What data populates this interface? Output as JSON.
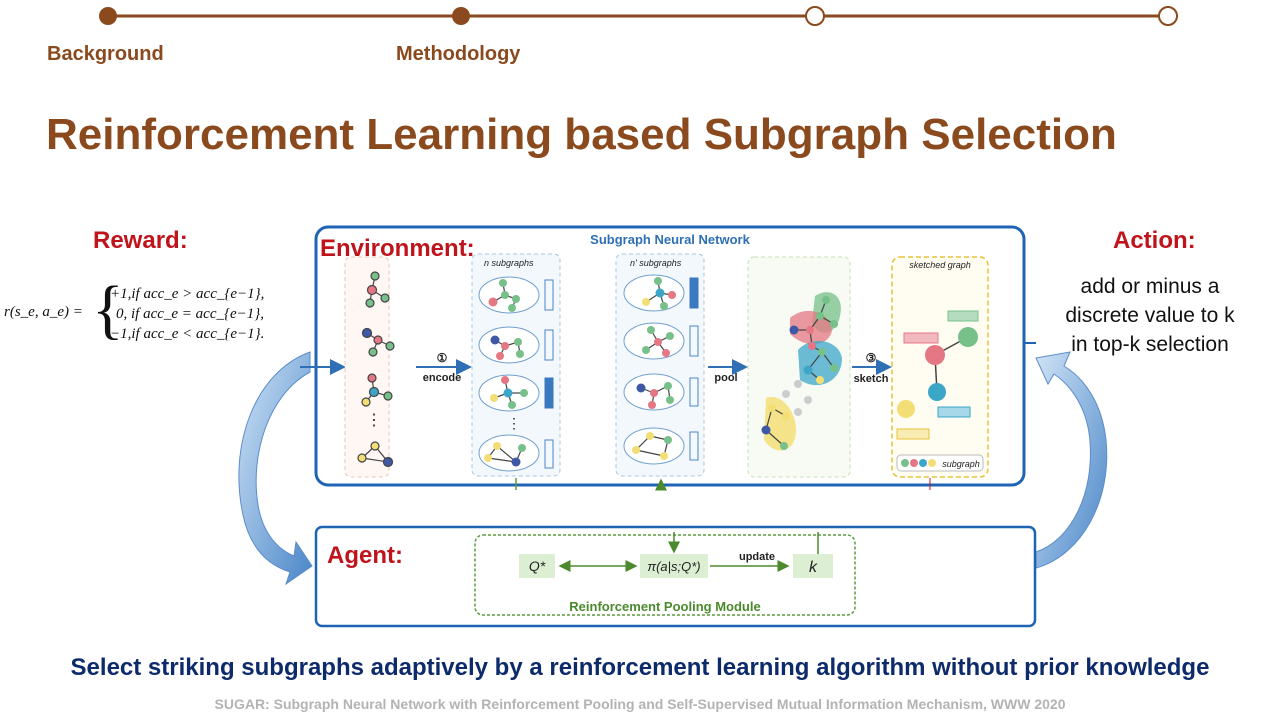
{
  "progress": {
    "steps": [
      {
        "label": "Background",
        "state": "done"
      },
      {
        "label": "Methodology",
        "state": "current"
      },
      {
        "label": "",
        "state": "todo"
      },
      {
        "label": "",
        "state": "todo"
      }
    ]
  },
  "slide": {
    "title": "Reinforcement Learning based Subgraph Selection",
    "bottom_text": "Select striking subgraphs adaptively by a reinforcement learning algorithm without prior knowledge",
    "citation": "SUGAR: Subgraph Neural Network with Reinforcement Pooling and Self-Supervised Mutual Information Mechanism, WWW 2020"
  },
  "reward": {
    "label": "Reward:",
    "lhs": "r(s_e, a_e) =",
    "cases": [
      "+1,if acc_e > acc_{e−1},",
      "0, if acc_e = acc_{e−1},",
      "−1,if acc_e < acc_{e−1}."
    ]
  },
  "environment": {
    "label": "Environment:",
    "panel_title": "Subgraph Neural Network",
    "n_subgraphs": "n  subgraphs",
    "n_prime_subgraphs": "n'  subgraphs",
    "step1_num": "①",
    "step1_label": "encode",
    "pool_label": "pool",
    "step3_num": "③",
    "step3_label": "sketch",
    "sketched_graph": "sketched graph",
    "legend_label": "subgraph",
    "ellipsis": "⋮"
  },
  "action": {
    "label": "Action:",
    "lines": [
      "add or minus a",
      "discrete value to k",
      "in top-k selection"
    ]
  },
  "agent": {
    "label": "Agent:",
    "q_node": "Q*",
    "policy_node": "π(a|s;Q*)",
    "update_label": "update",
    "k_node": "k",
    "module_label": "Reinforcement Pooling Module"
  },
  "colors": {
    "brown": "#8a4a1e",
    "red": "#c0141c",
    "navy": "#0d2a6b",
    "frame_blue": "#1f63b5",
    "green_module": "#5a9a3c"
  }
}
